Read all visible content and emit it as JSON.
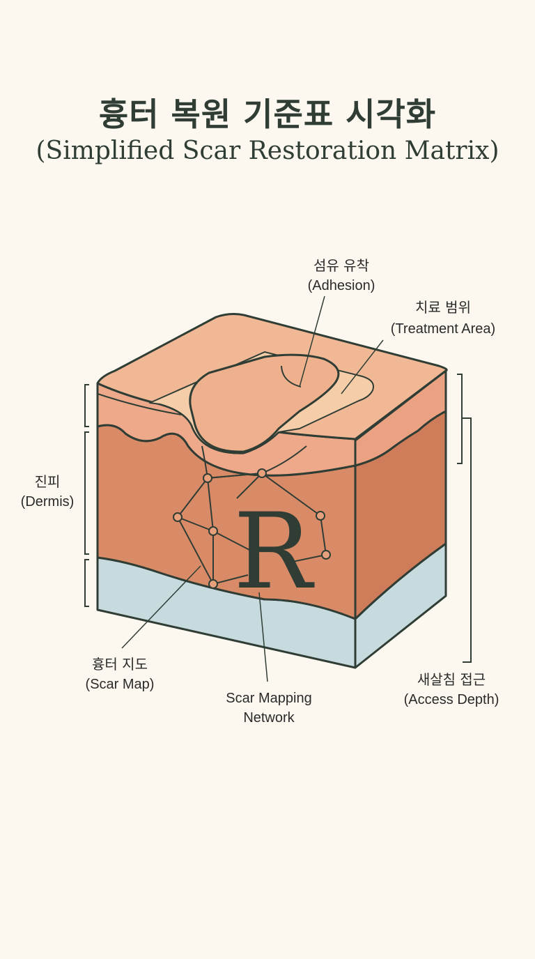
{
  "header": {
    "title": "흉터 복원 기준표 시각화",
    "subtitle": "(Simplified Scar Restoration Matrix)"
  },
  "labels": {
    "adhesion": {
      "ko": "섬유 유착",
      "en": "(Adhesion)"
    },
    "treatment_area": {
      "ko": "치료 범위",
      "en": "(Treatment Area)"
    },
    "dermis": {
      "ko": "진피",
      "en": "(Dermis)"
    },
    "scar_map": {
      "ko": "흉터 지도",
      "en": "(Scar Map)"
    },
    "network": {
      "line1": "Scar Mapping",
      "line2": "Network"
    },
    "access_depth": {
      "ko": "새살침 접근",
      "en": "(Access Depth)"
    }
  },
  "center_letter": "R",
  "colors": {
    "background": "#fcf8f0",
    "epidermis_top": "#f1b896",
    "epidermis_layer": "#f6cda9",
    "dermis": "#d98a66",
    "dermis_side": "#cf7c5a",
    "hypodermis": "#c7dade",
    "outline": "#2f3d35"
  }
}
